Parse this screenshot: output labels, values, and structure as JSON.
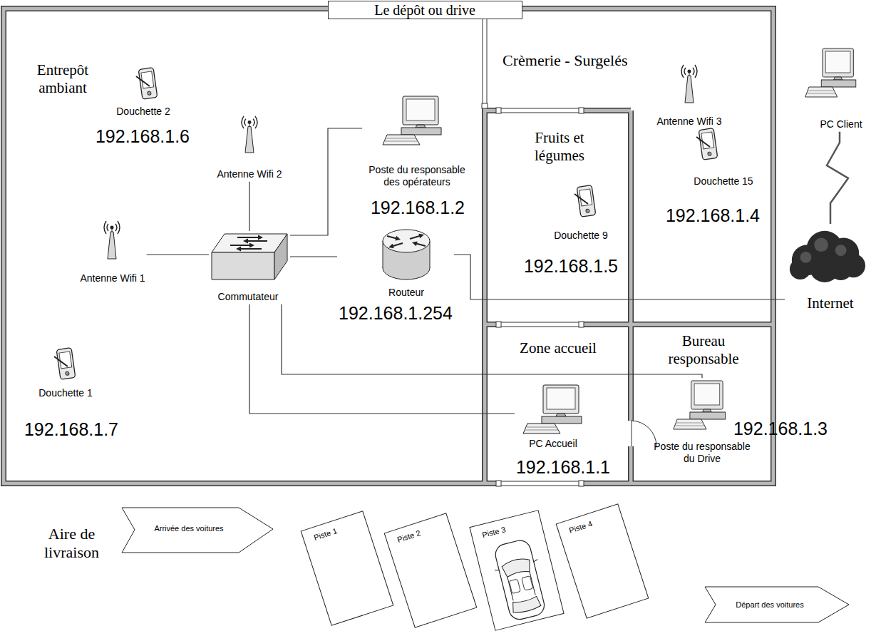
{
  "diagram": {
    "nodes": [
      {
        "text": [
          "Le dépôt ou drive"
        ]
      },
      {
        "text": [
          "Entrepôt ambiant"
        ],
        "in": 0
      },
      {
        "text": [
          "Crèmerie - Surgelés"
        ],
        "in": 0
      },
      {
        "text": [
          "Fruits et légumes"
        ],
        "in": 2
      },
      {
        "text": [
          "Zone accueil"
        ],
        "in": 0
      },
      {
        "text": [
          "Bureau responsable"
        ],
        "in": 0
      },
      {
        "text": [
          "Douchette 2",
          "192.168.1.6"
        ],
        "in": 1
      },
      {
        "text": [
          "Antenne Wifi 2"
        ],
        "in": 1
      },
      {
        "text": [
          "Antenne Wifi 1"
        ],
        "in": 1
      },
      {
        "text": [
          "Commutateur"
        ],
        "in": 1
      },
      {
        "text": [
          "Poste du responsable des opérateurs",
          "192.168.1.2"
        ],
        "in": 1
      },
      {
        "text": [
          "Routeur",
          "192.168.1.254"
        ],
        "in": 1
      },
      {
        "text": [
          "Douchette 1",
          "192.168.1.7"
        ],
        "in": 1
      },
      {
        "text": [
          "Douchette 9",
          "192.168.1.5"
        ],
        "in": 3
      },
      {
        "text": [
          "Antenne Wifi 3"
        ],
        "in": 2
      },
      {
        "text": [
          "Douchette 15",
          "192.168.1.4"
        ],
        "in": 2
      },
      {
        "text": [
          "PC Accueil",
          "192.168.1.1"
        ],
        "in": 4
      },
      {
        "text": [
          "Poste du responsable du Drive",
          "192.168.1.3"
        ],
        "in": 5
      },
      {
        "text": [
          "Internet"
        ]
      },
      {
        "text": [
          "PC Client"
        ]
      },
      {
        "text": [
          "Arrivée des voitures"
        ]
      },
      {
        "text": [
          "Piste 1"
        ]
      },
      {
        "text": [
          "Piste 2"
        ]
      },
      {
        "text": [
          "Piste 3"
        ]
      },
      {
        "text": [
          "Piste 4"
        ]
      },
      {
        "text": [
          "Départ des voitures"
        ]
      }
    ],
    "edges": [
      {
        "from": 9,
        "to": 8,
        "arrow": "none"
      },
      {
        "from": 9,
        "to": 7,
        "arrow": "none"
      },
      {
        "from": 9,
        "to": 10,
        "arrow": "none"
      },
      {
        "from": 9,
        "to": 11,
        "arrow": "none"
      },
      {
        "from": 9,
        "to": 16,
        "arrow": "none"
      },
      {
        "from": 9,
        "to": 17,
        "arrow": "none"
      },
      {
        "from": 11,
        "to": 18,
        "arrow": "none"
      },
      {
        "from": 18,
        "to": 19,
        "arrow": "none"
      }
    ],
    "labels": [
      "Aire de livraison"
    ]
  }
}
